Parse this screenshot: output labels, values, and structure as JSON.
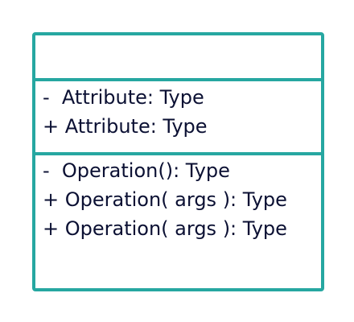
{
  "uml_class": {
    "name": "",
    "attributes": [
      "-  Attribute: Type",
      "+ Attribute: Type"
    ],
    "operations": [
      "-  Operation(): Type",
      "+ Operation( args ): Type",
      "+ Operation( args ): Type"
    ]
  },
  "colors": {
    "border": "#26a7a1",
    "text": "#0b1033"
  }
}
